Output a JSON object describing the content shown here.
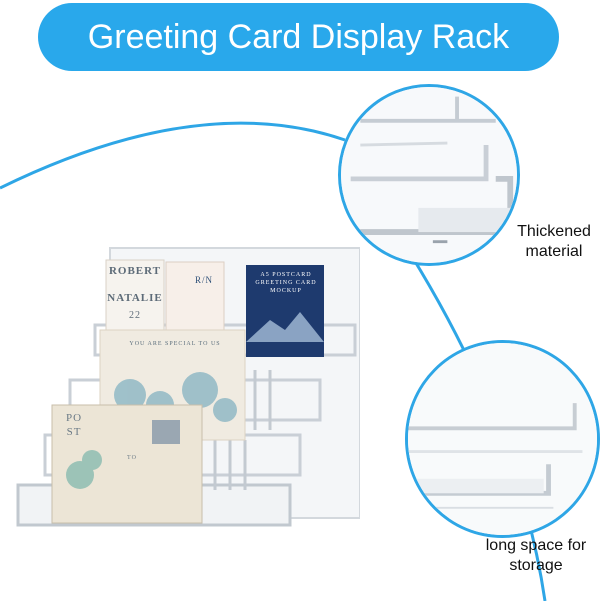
{
  "banner": {
    "title": "Greeting Card Display Rack"
  },
  "colors": {
    "accent": "#2ea6e6",
    "banner_bg": "#29a8eb",
    "acrylic_edge": "#c9cfd6"
  },
  "callouts": {
    "top": {
      "line1": "Thickened",
      "line2": "material"
    },
    "bottom": {
      "line1": "long space for",
      "line2": "storage"
    }
  },
  "cards": {
    "wedding": {
      "top": "ROBERT",
      "middle": "NATALIE",
      "date": "22",
      "monogram": "R/N"
    },
    "mockup": {
      "line1": "A5 POSTCARD",
      "line2": "GREETING CARD",
      "line3": "MOCKUP"
    },
    "floral": {
      "banner": "YOU ARE SPECIAL TO US"
    },
    "postcard": {
      "line1": "PO",
      "line2": "ST",
      "to": "TO"
    }
  }
}
